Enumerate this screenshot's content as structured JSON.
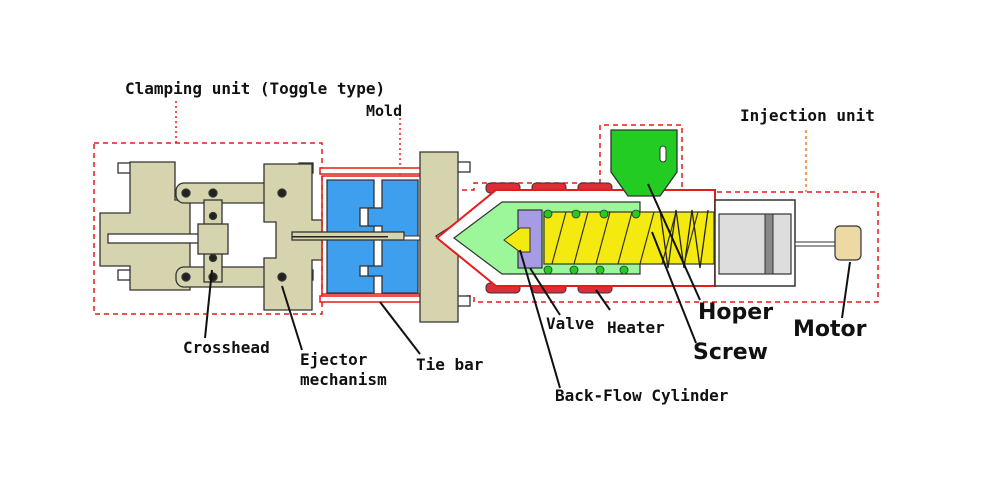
{
  "labels": {
    "clamping_unit": "Clamping unit (Toggle type)",
    "mold": "Mold",
    "injection_unit": "Injection unit",
    "crosshead": "Crosshead",
    "ejector_line1": "Ejector",
    "ejector_line2": "mechanism",
    "tie_bar": "Tie bar",
    "valve": "Valve",
    "heater": "Heater",
    "hoper": "Hoper",
    "screw": "Screw",
    "motor": "Motor",
    "back_flow_cylinder": "Back-Flow Cylinder"
  },
  "colors": {
    "platen": "#d6d4ae",
    "mold": "#3f9fef",
    "hopper": "#22cc22",
    "barrel": "#9cf79a",
    "screw": "#f4ea10",
    "valve": "#a79be6",
    "heater": "#dd2d38",
    "motor": "#ecd9a3",
    "outline": "#e51c1c",
    "leader": "#f07b26"
  }
}
